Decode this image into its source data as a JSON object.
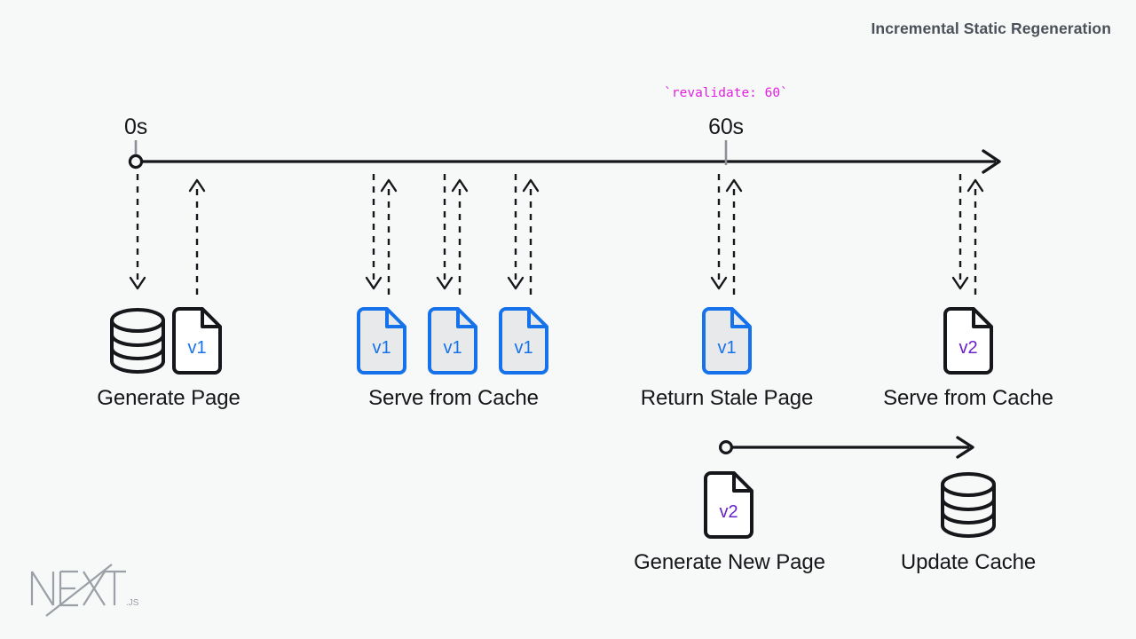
{
  "page": {
    "title": "Incremental Static Regeneration",
    "background_color": "#f7f8f8",
    "ink_color": "#15171a"
  },
  "code_annotation": {
    "text": "`revalidate: 60`",
    "color": "#e220e2"
  },
  "timeline": {
    "start_marker": {
      "label": "0s",
      "type": "circle"
    },
    "revalidate_marker": {
      "label": "60s",
      "type": "tick"
    },
    "arrow_direction": "right"
  },
  "steps": [
    {
      "id": "generate-page",
      "caption": "Generate Page",
      "icons": [
        {
          "type": "database",
          "style": "outline-black"
        },
        {
          "type": "document",
          "version": "v1",
          "style": "outline-black",
          "version_color": "#1672ea"
        }
      ],
      "connectors": [
        "request-down",
        "response-up"
      ]
    },
    {
      "id": "serve-from-cache-1",
      "caption": "Serve from Cache",
      "icons": [
        {
          "type": "document",
          "version": "v1",
          "style": "filled-blue",
          "version_color": "#1672ea"
        },
        {
          "type": "document",
          "version": "v1",
          "style": "filled-blue",
          "version_color": "#1672ea"
        },
        {
          "type": "document",
          "version": "v1",
          "style": "filled-blue",
          "version_color": "#1672ea"
        }
      ],
      "connectors": [
        "request-down",
        "response-up"
      ]
    },
    {
      "id": "return-stale-page",
      "caption": "Return Stale Page",
      "icons": [
        {
          "type": "document",
          "version": "v1",
          "style": "filled-blue",
          "version_color": "#1672ea"
        }
      ],
      "connectors": [
        "request-down",
        "response-up"
      ]
    },
    {
      "id": "serve-from-cache-2",
      "caption": "Serve from Cache",
      "icons": [
        {
          "type": "document",
          "version": "v2",
          "style": "outline-black",
          "version_color": "#6b21c8"
        }
      ],
      "connectors": [
        "request-down",
        "response-up"
      ]
    }
  ],
  "background_regeneration": {
    "arrow_direction": "right",
    "steps": [
      {
        "id": "generate-new-page",
        "caption": "Generate New Page",
        "icons": [
          {
            "type": "document",
            "version": "v2",
            "style": "outline-black",
            "version_color": "#6b21c8"
          }
        ]
      },
      {
        "id": "update-cache",
        "caption": "Update Cache",
        "icons": [
          {
            "type": "database",
            "style": "outline-black"
          }
        ]
      }
    ]
  },
  "brand": {
    "logo_text": "NEXT",
    "logo_suffix": ".JS"
  },
  "colors": {
    "blue": "#1672ea",
    "blue_fill": "#e8e9ea",
    "purple": "#6b21c8",
    "magenta": "#e220e2",
    "ink": "#15171a",
    "title_gray": "#4b5159",
    "logo_gray": "#9aa0a6"
  }
}
